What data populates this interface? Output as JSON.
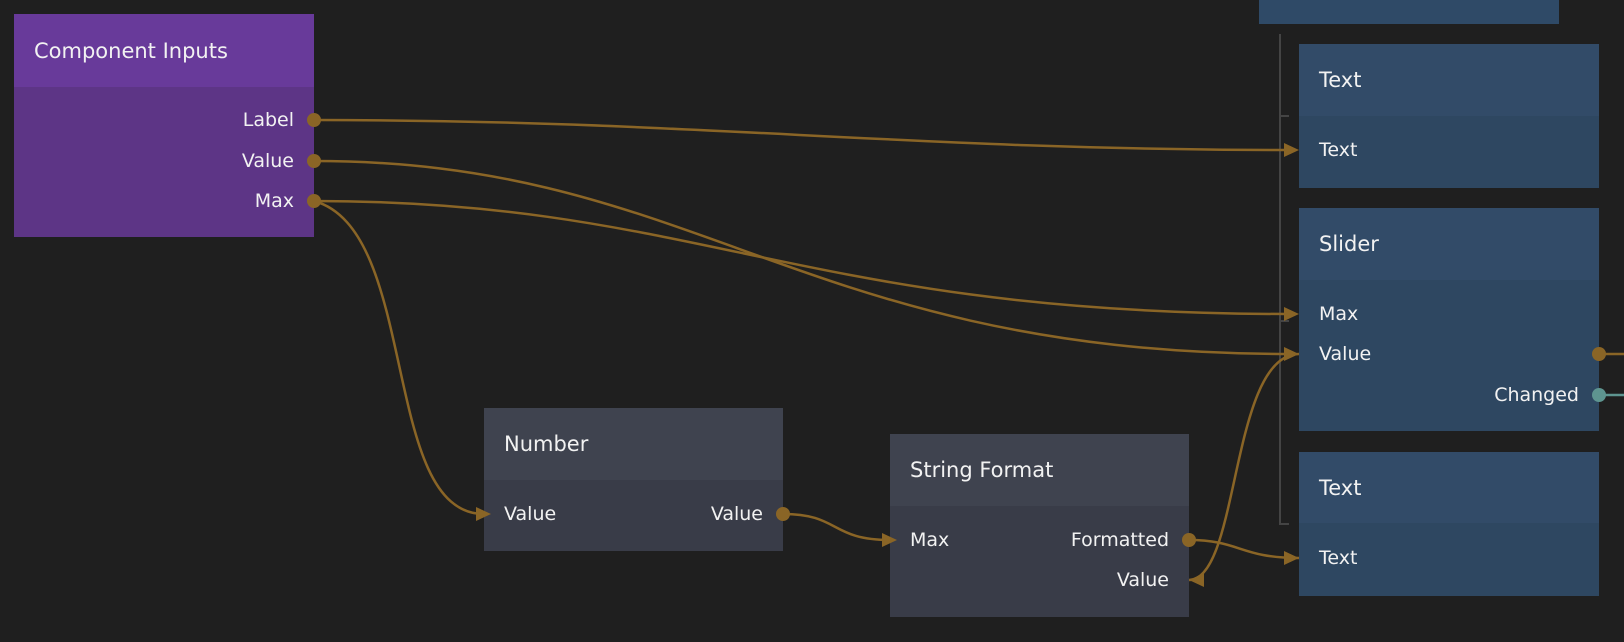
{
  "colors": {
    "background": "#1f1f1f",
    "component_inputs_header": "#683a9a",
    "component_inputs_body": "#5d3586",
    "logic_header": "#3f434f",
    "logic_body": "#393c48",
    "visual_header": "#324b68",
    "visual_body": "#2e4761",
    "wire": "#8a6526",
    "signal_wire": "#5e9590"
  },
  "nodes": {
    "component_inputs": {
      "title": "Component Inputs",
      "outputs": [
        "Label",
        "Value",
        "Max"
      ]
    },
    "number": {
      "title": "Number",
      "input": "Value",
      "output": "Value"
    },
    "string_format": {
      "title": "String Format",
      "input": "Max",
      "outputs": [
        "Formatted",
        "Value"
      ]
    },
    "text_top": {
      "title": "Text",
      "input": "Text"
    },
    "slider": {
      "title": "Slider",
      "inputs": [
        "Max",
        "Value"
      ],
      "outputs": [
        "Value",
        "Changed"
      ]
    },
    "text_bottom": {
      "title": "Text",
      "input": "Text"
    }
  }
}
